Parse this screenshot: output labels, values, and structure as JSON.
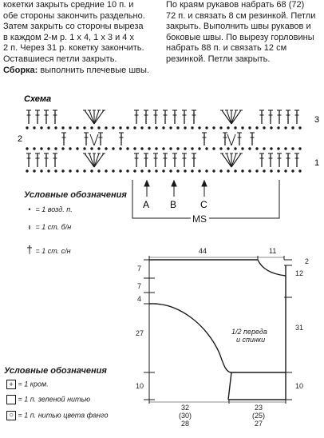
{
  "left_text": {
    "line1": "кокетки закрыть средние 10 п. и",
    "line2": "обе стороны закончить раздельно.",
    "line3": "Затем закрыть со стороны выреза",
    "line4": "в каждом 2-м р. 1 х 4, 1 х 3 и 4 х",
    "line5": "2 п. Через 31 р. кокетку закончить.",
    "line6": "Оставшиеся петли закрыть.",
    "assembly_label": "Сборка:",
    "assembly_text": " выполнить плечевые швы."
  },
  "right_text": {
    "line1": "По краям рукавов набрать 68 (72)",
    "line2": "72 п. и связать 8 см резинкой. Петли",
    "line3": "закрыть. Выполнить швы рукавов и",
    "line4": "боковые швы. По вырезу горловины",
    "line5": "набрать 88 п. и связать 12 см",
    "line6": "резинкой. Петли закрыть."
  },
  "scheme": {
    "title": "Схема",
    "row_numbers": [
      "3",
      "2",
      "1"
    ],
    "arrow_labels": [
      "A",
      "B",
      "C"
    ],
    "repeat_label": "MS"
  },
  "legend_top": {
    "title": "Условные обозначения",
    "items": [
      {
        "symbol": "•",
        "text": "= 1 возд. п."
      },
      {
        "symbol": "ı",
        "text": "= 1 ст. б/н"
      },
      {
        "symbol": "†",
        "text": "= 1 ст. с/н"
      }
    ]
  },
  "legend_bottom": {
    "title": "Условные обозначения",
    "items": [
      {
        "symbol": "+",
        "text": "= 1 кром."
      },
      {
        "symbol": "",
        "text": "= 1 п. зеленой нитью"
      },
      {
        "symbol": "○",
        "text": "= 1 п. нитью цвета фанго"
      }
    ]
  },
  "pattern": {
    "label_line1": "1/2 переда",
    "label_line2": "и спинки",
    "top_widths": [
      "44",
      "11"
    ],
    "left_heights": [
      "7",
      "7",
      "4",
      "27",
      "10"
    ],
    "right_heights": [
      "2",
      "12",
      "31",
      "10"
    ],
    "bottom_left": [
      "32",
      "(30)",
      "28"
    ],
    "bottom_right": [
      "23",
      "(25)",
      "27"
    ]
  }
}
